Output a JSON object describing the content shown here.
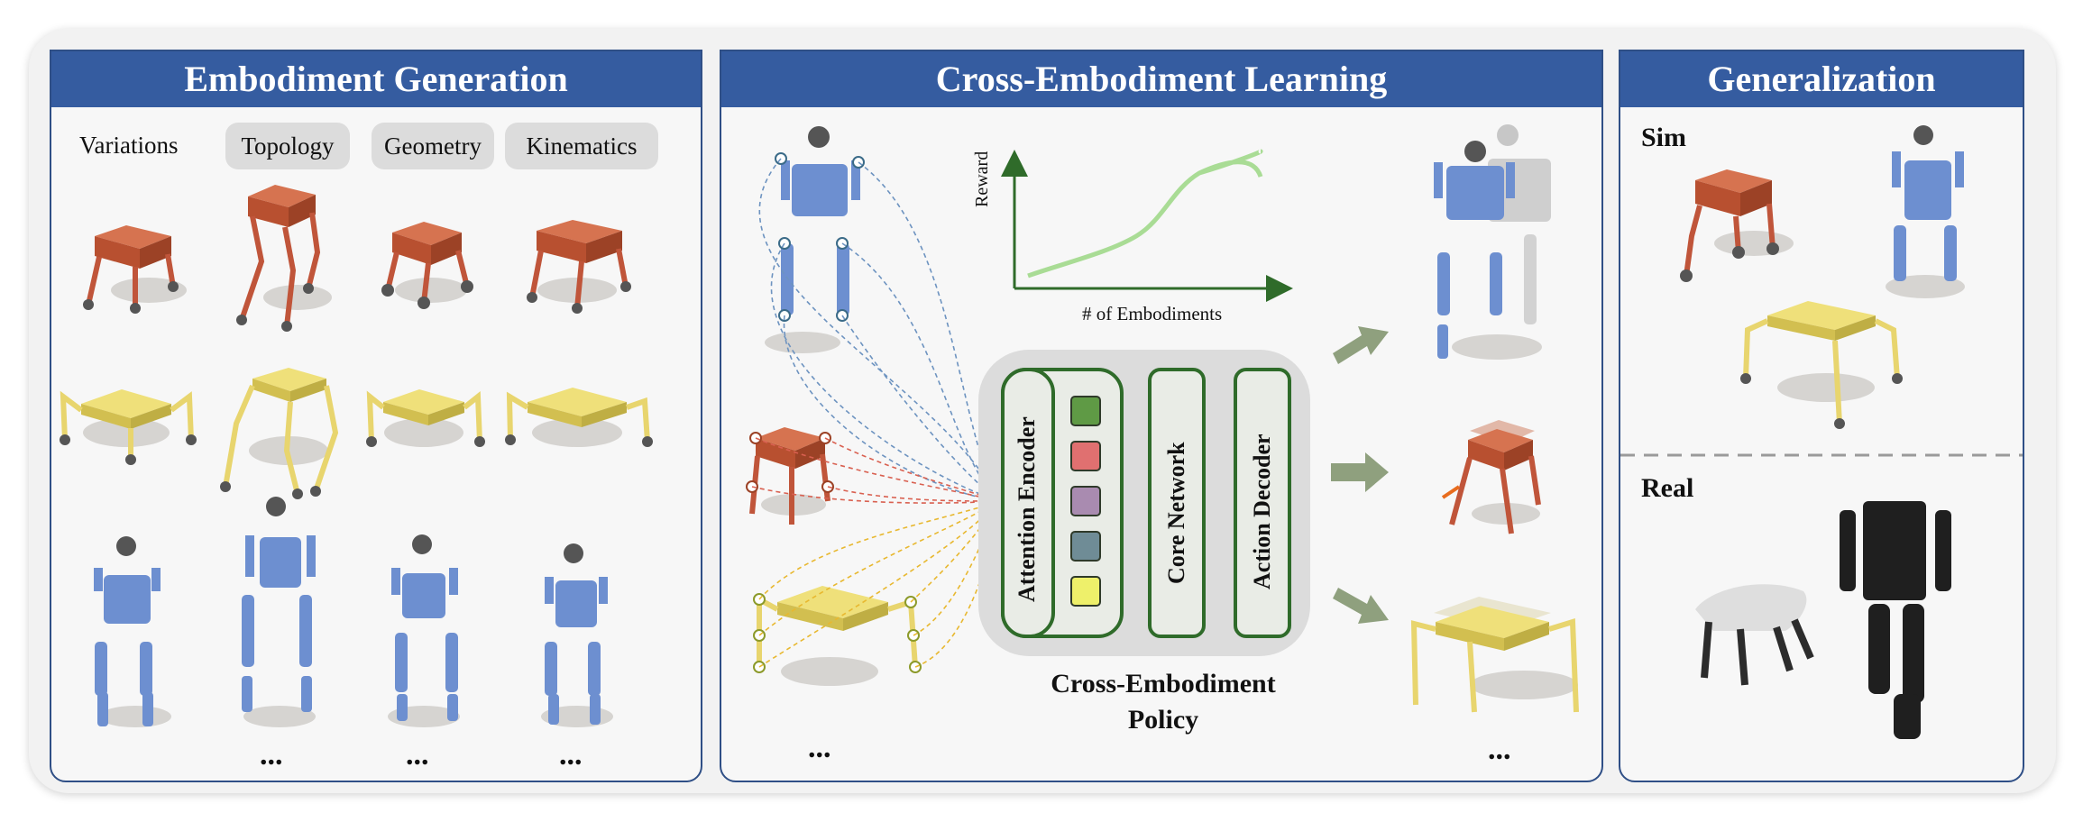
{
  "panels": {
    "generation": {
      "title": "Embodiment Generation"
    },
    "learning": {
      "title": "Cross-Embodiment Learning"
    },
    "generalization": {
      "title": "Generalization"
    }
  },
  "variations": {
    "label": "Variations",
    "chips": [
      "Topology",
      "Geometry",
      "Kinematics"
    ]
  },
  "chart": {
    "ylabel": "Reward",
    "xlabel": "# of Embodiments"
  },
  "policy": {
    "modules": [
      "Attention Encoder",
      "Core Network",
      "Action Decoder"
    ],
    "caption_line1": "Cross-Embodiment",
    "caption_line2": "Policy"
  },
  "generalization": {
    "sim_label": "Sim",
    "real_label": "Real"
  },
  "ellipsis": "...",
  "colors": {
    "header": "#355ca0",
    "quadruped": "#c9603a",
    "hexapod": "#e6d26a",
    "humanoid": "#6d8fd0",
    "token_colors": [
      "#5f9a45",
      "#e07070",
      "#a98bb0",
      "#6f8c96",
      "#eef06a"
    ]
  }
}
